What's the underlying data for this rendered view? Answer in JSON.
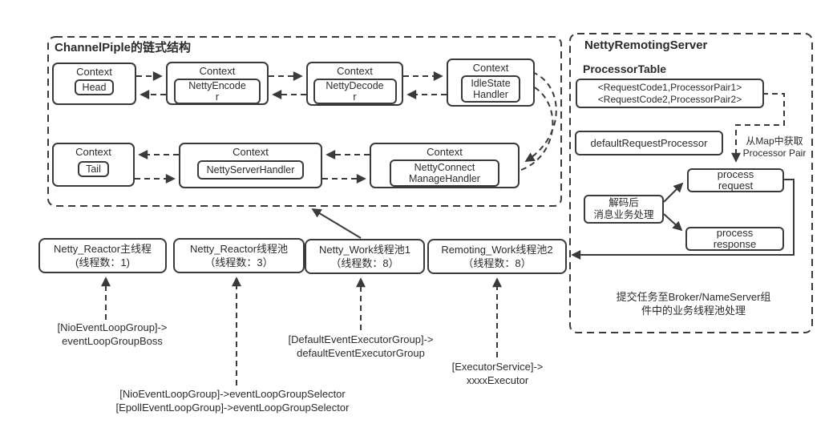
{
  "colors": {
    "line": "#3a3a3a",
    "text": "#2b2b2b",
    "background": "#ffffff"
  },
  "pipeline": {
    "title": "ChannelPiple的链式结构",
    "contexts": {
      "head": {
        "context": "Context",
        "handler": "Head"
      },
      "encoder": {
        "context": "Context",
        "handler": "NettyEncode\nr"
      },
      "decoder": {
        "context": "Context",
        "handler": "NettyDecode\nr"
      },
      "idle": {
        "context": "Context",
        "handler": "IdleState\nHandler"
      },
      "tail": {
        "context": "Context",
        "handler": "Tail"
      },
      "server_handler": {
        "context": "Context",
        "handler": "NettyServerHandler"
      },
      "connect_manage": {
        "context": "Context",
        "handler": "NettyConnect\nManageHandler"
      }
    }
  },
  "server": {
    "title": "NettyRemotingServer",
    "subtitle": "ProcessorTable",
    "table_entries": "<RequestCode1,ProcessorPair1>\n<RequestCode2,ProcessorPair2>",
    "default_processor": "defaultRequestProcessor",
    "map_note": "从Map中获取\nProcessor Pair",
    "decode_note": "解码后\n消息业务处理",
    "process_request": "process\nrequest",
    "process_response": "process\nresponse",
    "submit_note": "提交任务至Broker/NameServer组\n件中的业务线程池处理"
  },
  "threads": {
    "boxes": [
      {
        "label": "Netty_Reactor主线程\n(线程数：1)"
      },
      {
        "label": "Netty_Reactor线程池\n（线程数：3）"
      },
      {
        "label": "Netty_Work线程池1\n（线程数：8）"
      },
      {
        "label": "Remoting_Work线程池2\n（线程数：8）"
      }
    ],
    "impls": [
      {
        "label": "[NioEventLoopGroup]->\neventLoopGroupBoss"
      },
      {
        "label": "[NioEventLoopGroup]->eventLoopGroupSelector\n[EpollEventLoopGroup]->eventLoopGroupSelector"
      },
      {
        "label": "[DefaultEventExecutorGroup]->\ndefaultEventExecutorGroup"
      },
      {
        "label": "[ExecutorService]->\nxxxxExecutor"
      }
    ]
  }
}
